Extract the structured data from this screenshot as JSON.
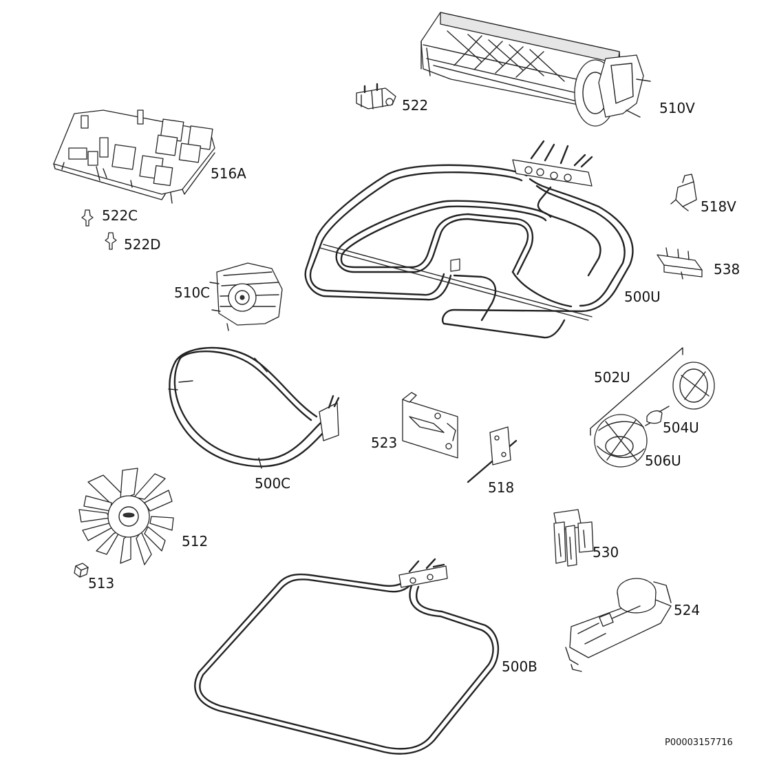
{
  "diagram": {
    "reference_code": "P00003157716",
    "parts": [
      {
        "id": "p510V",
        "label": "510V",
        "icon": "convection-fan-housing-icon"
      },
      {
        "id": "p522",
        "label": "522",
        "icon": "micro-switch-icon"
      },
      {
        "id": "p516A",
        "label": "516A",
        "icon": "circuit-board-icon"
      },
      {
        "id": "p522C",
        "label": "522C",
        "icon": "board-spacer-icon"
      },
      {
        "id": "p522D",
        "label": "522D",
        "icon": "board-spacer-icon"
      },
      {
        "id": "p518V",
        "label": "518V",
        "icon": "connector-clip-icon"
      },
      {
        "id": "p538",
        "label": "538",
        "icon": "terminal-block-icon"
      },
      {
        "id": "p510C",
        "label": "510C",
        "icon": "fan-motor-icon"
      },
      {
        "id": "p500U",
        "label": "500U",
        "icon": "top-grill-heating-element-icon"
      },
      {
        "id": "p502U",
        "label": "502U",
        "icon": "lamp-assembly-icon"
      },
      {
        "id": "p504U",
        "label": "504U",
        "icon": "halogen-bulb-icon"
      },
      {
        "id": "p506U",
        "label": "506U",
        "icon": "lamp-cover-glass-icon"
      },
      {
        "id": "p500C",
        "label": "500C",
        "icon": "circular-heating-element-icon"
      },
      {
        "id": "p523",
        "label": "523",
        "icon": "bracket-plate-icon"
      },
      {
        "id": "p518",
        "label": "518",
        "icon": "temperature-sensor-icon"
      },
      {
        "id": "p512",
        "label": "512",
        "icon": "fan-blade-icon"
      },
      {
        "id": "p513",
        "label": "513",
        "icon": "fan-nut-icon"
      },
      {
        "id": "p530",
        "label": "530",
        "icon": "thermostat-icon"
      },
      {
        "id": "p524",
        "label": "524",
        "icon": "door-lock-icon"
      },
      {
        "id": "p500B",
        "label": "500B",
        "icon": "bottom-heating-element-icon"
      }
    ]
  }
}
